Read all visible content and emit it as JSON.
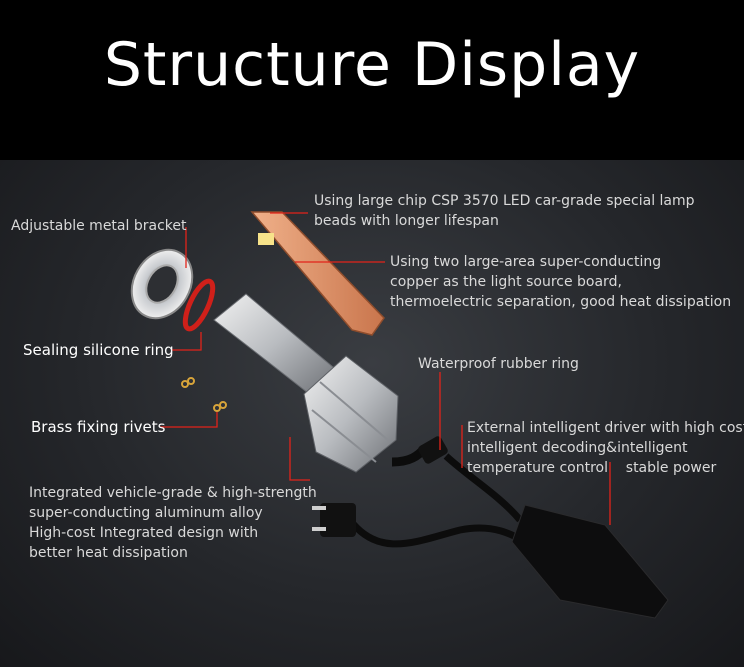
{
  "title": "Structure Display",
  "labels": {
    "bracket": "Adjustable metal bracket",
    "sealing": "Sealing silicone ring",
    "rivets": "Brass fixing rivets",
    "aluminum": [
      "Integrated vehicle-grade & high-strength",
      "super-conducting aluminum alloy",
      "High-cost Integrated design with",
      "better heat dissipation"
    ],
    "chip": [
      "Using large chip CSP 3570 LED car-grade special lamp",
      "beads with longer lifespan"
    ],
    "copper": [
      "Using two large-area super-conducting",
      "copper as the light source board,",
      "thermoelectric separation, good heat dissipation"
    ],
    "waterproof": "Waterproof rubber ring",
    "driver": [
      "External intelligent driver with high cost",
      "intelligent decoding&intelligent",
      "temperature control    stable power"
    ]
  },
  "colors": {
    "accent": "#e2231a",
    "text": "#d9d9d9",
    "header_bg": "#000000",
    "panel_bg": "#25272b"
  }
}
